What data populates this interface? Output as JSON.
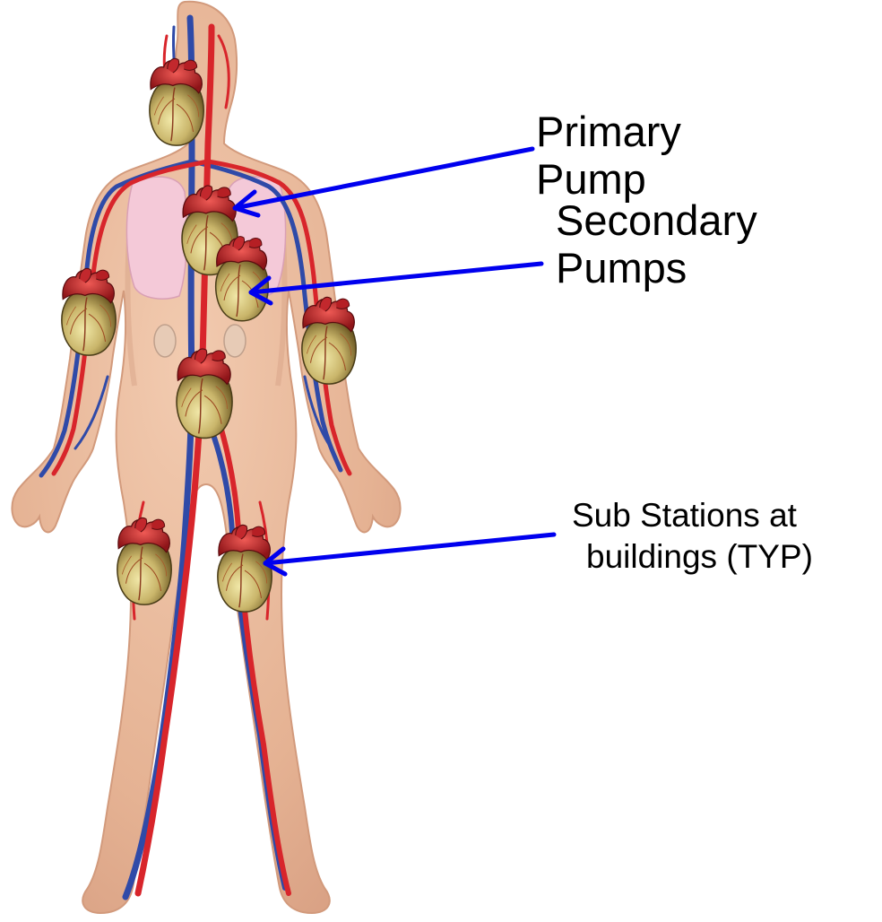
{
  "colors": {
    "background": "#ffffff",
    "skin": "#e8b89a",
    "skin_shadow": "#cf9a7d",
    "artery": "#d8252b",
    "vein": "#2f4aa8",
    "lung": "#f3c6d6",
    "heart_body": "#c9b56a",
    "heart_top": "#b8222a",
    "arrow": "#0000ee",
    "text": "#000000"
  },
  "labels": {
    "primary_line1": "Primary",
    "primary_line2": "Pump",
    "secondary_line1": "Secondary",
    "secondary_line2": "Pumps",
    "sub_line1": "Sub Stations at",
    "sub_line2": "buildings (TYP)"
  },
  "icons": {
    "heart": "heart-pump-icon",
    "arrow": "arrow-left-icon"
  }
}
